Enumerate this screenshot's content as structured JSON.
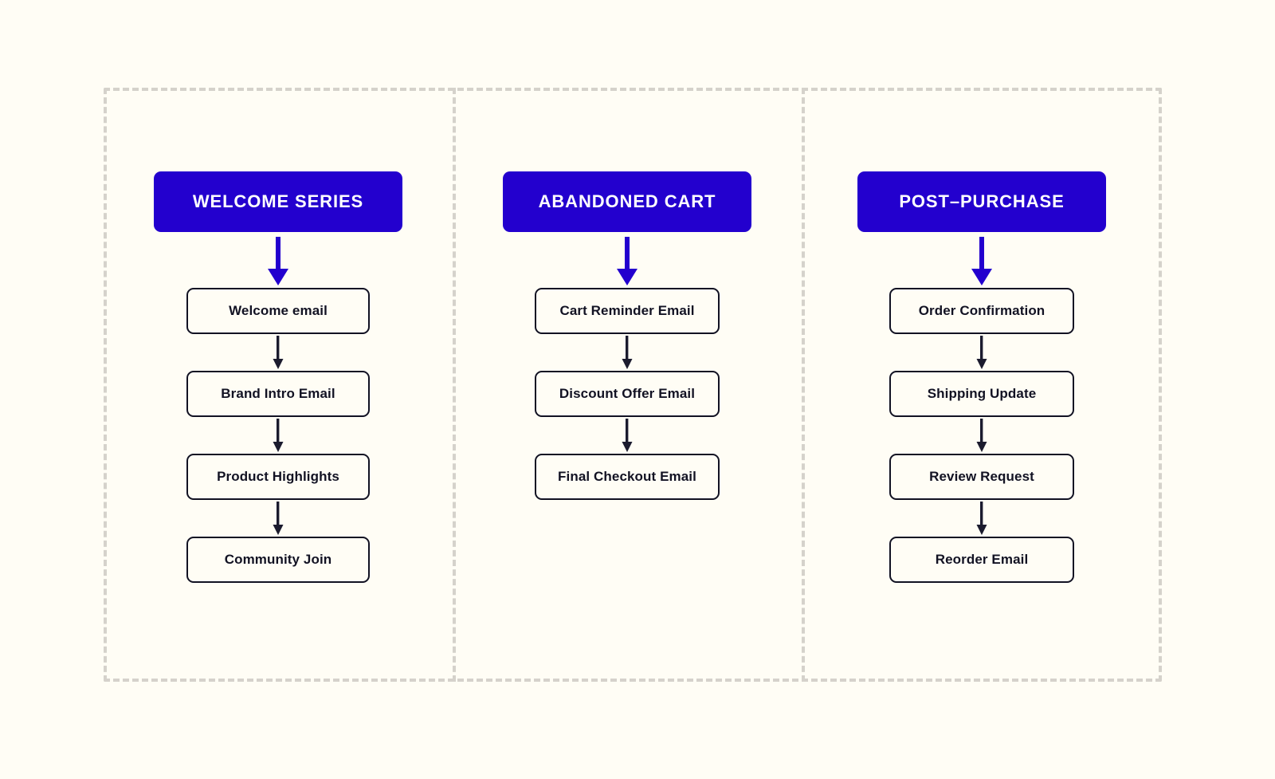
{
  "theme": {
    "background": "#fffdf5",
    "accent_blue": "#2300ce",
    "box_border": "#121223",
    "dashed_border": "#d5d2cb",
    "header_text": "#ffffff",
    "box_text": "#121223"
  },
  "diagram": {
    "type": "flowchart",
    "orientation": "three-column-vertical-sequence",
    "lanes": [
      {
        "header": "WELCOME SERIES",
        "steps": [
          "Welcome email",
          "Brand Intro Email",
          "Product Highlights",
          "Community Join"
        ]
      },
      {
        "header": "ABANDONED CART",
        "steps": [
          "Cart Reminder Email",
          "Discount Offer Email",
          "Final Checkout Email"
        ]
      },
      {
        "header": "POST–PURCHASE",
        "steps": [
          "Order Confirmation",
          "Shipping Update",
          "Review Request",
          "Reorder Email"
        ]
      }
    ]
  },
  "icons": {
    "lane_entry_arrow": "down-arrow-icon",
    "step_connector_arrow": "down-arrow-small-icon"
  }
}
